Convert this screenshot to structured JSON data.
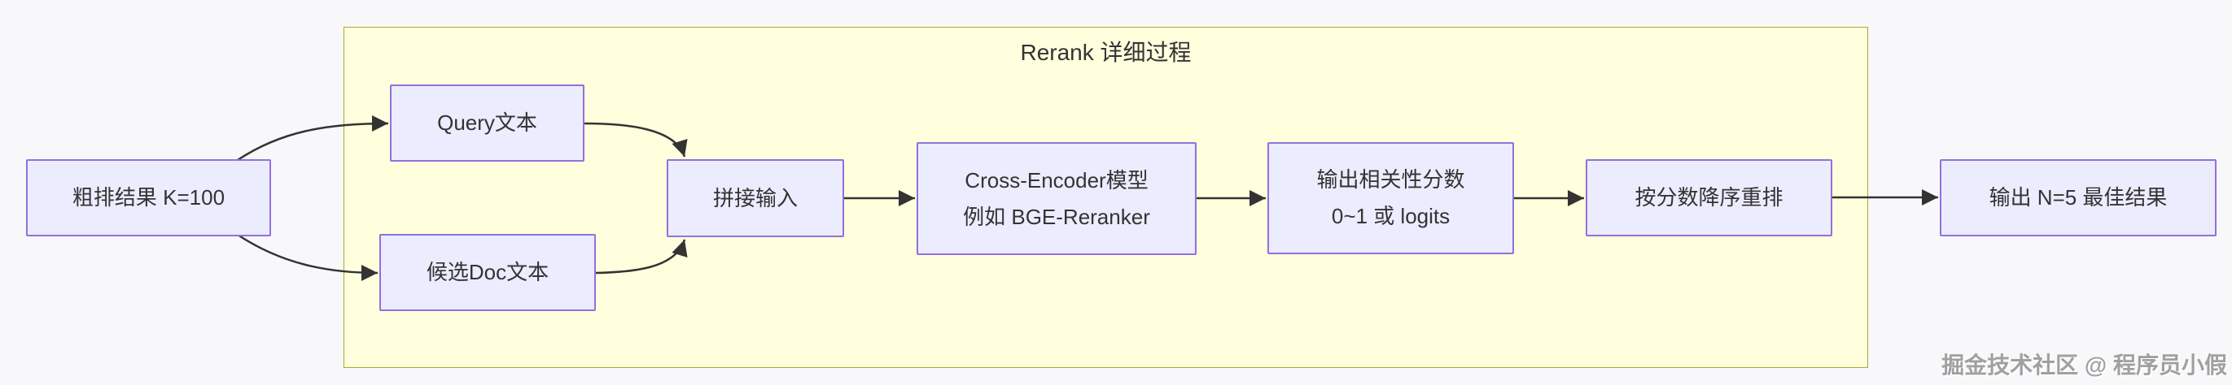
{
  "diagram": {
    "title": "Rerank 详细过程",
    "nodes": {
      "coarse_result": {
        "label": "粗排结果 K=100"
      },
      "query_text": {
        "label": "Query文本"
      },
      "candidate_doc_text": {
        "label": "候选Doc文本"
      },
      "concat_input": {
        "label": "拼接输入"
      },
      "cross_encoder": {
        "line1": "Cross-Encoder模型",
        "line2": "例如 BGE-Reranker"
      },
      "relevance_score": {
        "line1": "输出相关性分数",
        "line2": "0~1 或 logits"
      },
      "sort_desc": {
        "label": "按分数降序重排"
      },
      "final_output": {
        "label": "输出 N=5 最佳结果"
      }
    },
    "edges": [
      {
        "from": "粗排结果 K=100",
        "to": "Query文本"
      },
      {
        "from": "粗排结果 K=100",
        "to": "候选Doc文本"
      },
      {
        "from": "Query文本",
        "to": "拼接输入"
      },
      {
        "from": "候选Doc文本",
        "to": "拼接输入"
      },
      {
        "from": "拼接输入",
        "to": "Cross-Encoder模型"
      },
      {
        "from": "Cross-Encoder模型",
        "to": "输出相关性分数"
      },
      {
        "from": "输出相关性分数",
        "to": "按分数降序重排"
      },
      {
        "from": "按分数降序重排",
        "to": "输出 N=5 最佳结果"
      }
    ],
    "watermark": "掘金技术社区 @ 程序员小假",
    "colors": {
      "background": "#f8f8fb",
      "cluster_fill": "#ffffde",
      "cluster_border": "#aaaa33",
      "node_fill": "#ececff",
      "node_border": "#9370db",
      "edge": "#333333",
      "text": "#333333",
      "watermark": "#a0a0a0"
    }
  }
}
